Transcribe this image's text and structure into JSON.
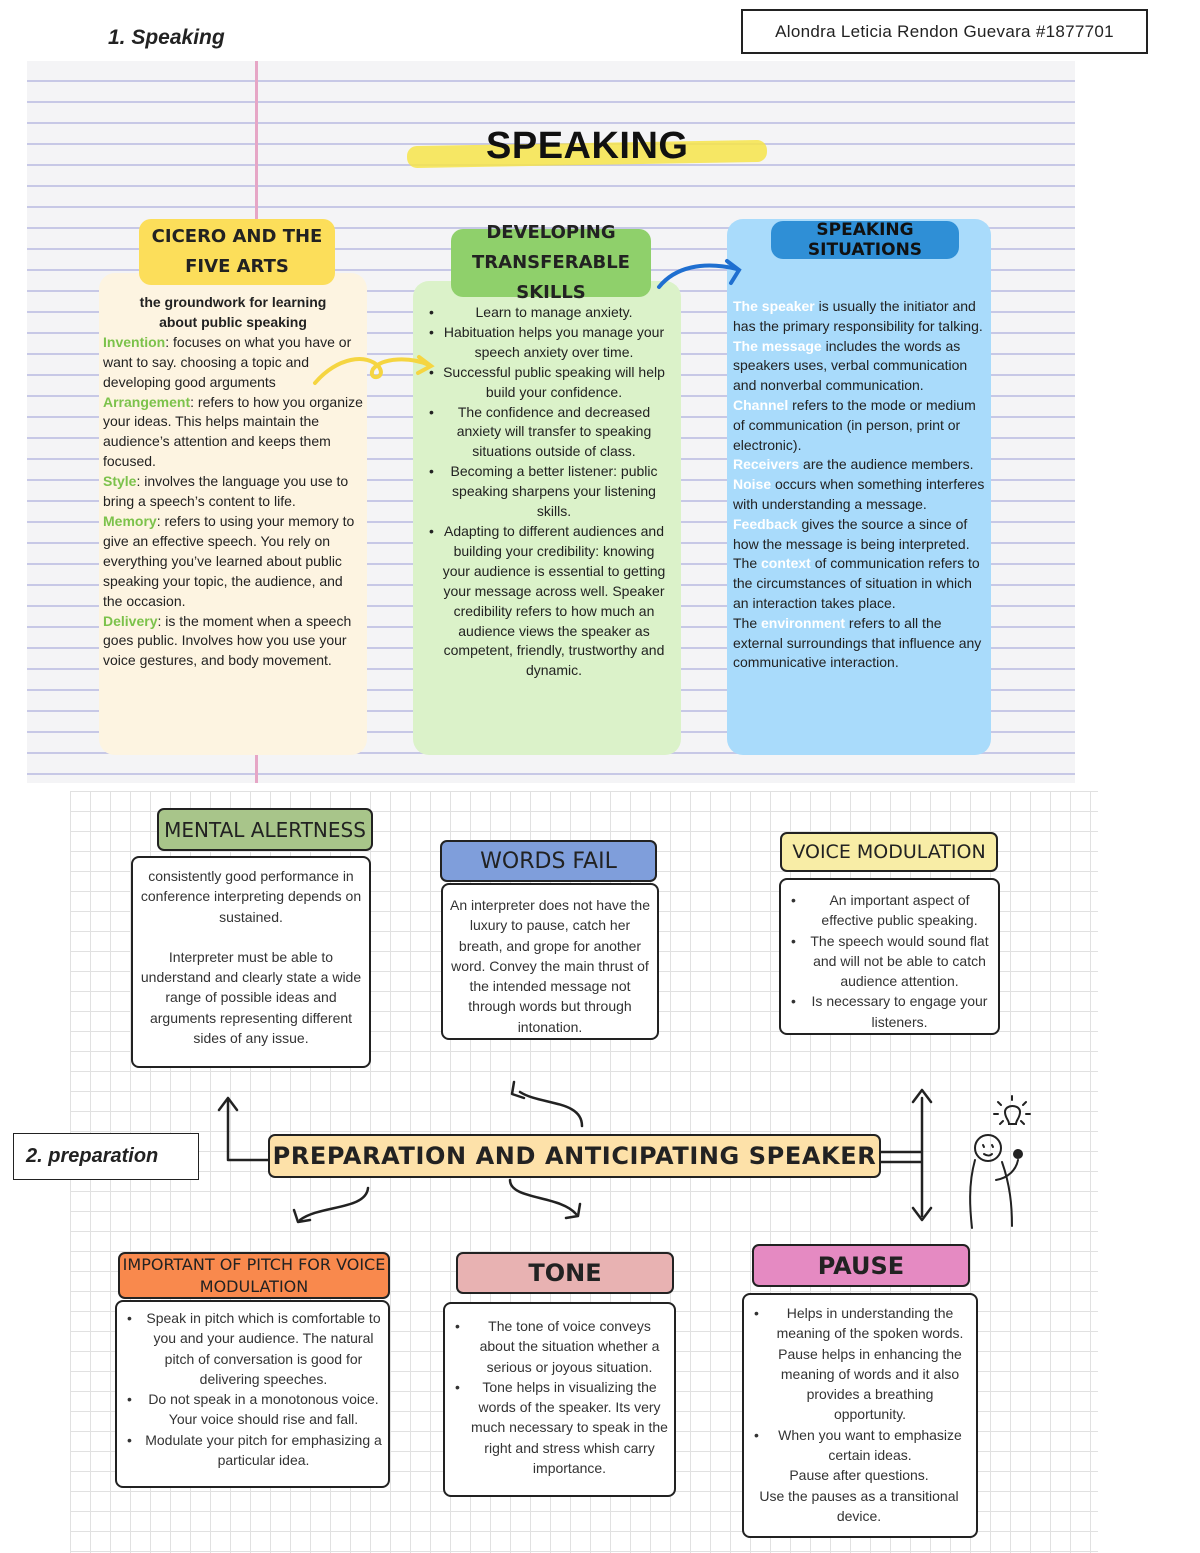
{
  "header": {
    "section1_title": "1.   Speaking",
    "student": "Alondra Leticia Rendon Guevara #1877701"
  },
  "speaking_map": {
    "title": "SPEAKING",
    "cicero": {
      "heading": "CICERO AND THE FIVE ARTS",
      "subtitle": "the groundwork for learning about public speaking",
      "items": [
        {
          "term": "Invention",
          "text": ": focuses on what you have or want to say. choosing a topic and developing good arguments"
        },
        {
          "term": "Arrangement",
          "text": ": refers to how you organize your ideas. This helps maintain the audience’s attention and keeps them focused."
        },
        {
          "term": "Style",
          "text": ": involves the language you use to bring a speech’s content to life."
        },
        {
          "term": "Memory",
          "text": ": refers to using your memory to give an effective speech. You rely on everything you’ve learned about public speaking your topic, the audience, and the occasion."
        },
        {
          "term": "Delivery",
          "text": ": is the moment when a speech goes public. Involves how you use your voice gestures, and body movement."
        }
      ]
    },
    "transferable": {
      "heading": "DEVELOPING TRANSFERABLE SKILLS",
      "items": [
        "Learn to manage anxiety.",
        "Habituation helps you manage your speech anxiety over time.",
        "Successful public speaking will help build your confidence.",
        "The confidence and decreased anxiety will transfer to speaking situations outside of class.",
        "Becoming a better listener: public speaking sharpens your listening skills.",
        "Adapting to different audiences and building your credibility: knowing your audience is essential to getting your message across well. Speaker credibility refers to how much an audience views the speaker as competent, friendly, trustworthy and dynamic."
      ]
    },
    "situations": {
      "heading": "SPEAKING SITUATIONS",
      "items": [
        {
          "pre": "",
          "term": "The speaker",
          "text": " is usually the initiator and has the primary responsibility for talking."
        },
        {
          "pre": "",
          "term": "The message",
          "text": " includes the words as speakers uses, verbal communication and nonverbal communication."
        },
        {
          "pre": "",
          "term": "Channel",
          "text": " refers to the mode or medium of communication (in person, print or electronic)."
        },
        {
          "pre": "",
          "term": "Receivers",
          "text": " are the audience members."
        },
        {
          "pre": "",
          "term": "Noise",
          "text": " occurs when something interferes with understanding a message."
        },
        {
          "pre": "",
          "term": "Feedback",
          "text": " gives the source a since of how the message is being interpreted."
        },
        {
          "pre": "The ",
          "term": "context",
          "text": " of communication refers to the circumstances of situation in which an interaction takes place."
        },
        {
          "pre": "The ",
          "term": "environment",
          "text": " refers to all the external surroundings that influence any communicative interaction."
        }
      ]
    }
  },
  "preparation_map": {
    "section_label": "2. preparation",
    "center": "PREPARATION AND ANTICIPATING SPEAKER",
    "mental_alertness": {
      "label": "MENTAL ALERTNESS",
      "paragraphs": [
        "consistently good performance in conference interpreting depends on sustained.",
        "Interpreter must be able to understand and clearly state a wide range of possible ideas and arguments representing different sides of any issue."
      ]
    },
    "words_fail": {
      "label": "WORDS FAIL",
      "text": "An interpreter does not have the luxury to pause, catch her breath, and grope for another word. Convey the main thrust of the intended message not through words but through intonation."
    },
    "voice_modulation": {
      "label": "VOICE MODULATION",
      "items": [
        "An important aspect of effective public speaking.",
        "The speech would sound flat and will not be able to catch audience attention.",
        "Is necessary to engage your listeners."
      ]
    },
    "pitch": {
      "label": "IMPORTANT OF PITCH FOR VOICE MODULATION",
      "items": [
        "Speak in pitch which is comfortable to you and your audience. The natural pitch of conversation is good for delivering speeches.",
        "Do not speak in a monotonous voice.  Your voice should rise and fall.",
        "Modulate your pitch for emphasizing a particular idea."
      ]
    },
    "tone": {
      "label": "TONE",
      "items": [
        "The tone of voice conveys about the situation whether a serious or joyous situation.",
        "Tone helps in visualizing the words of the speaker. Its very much necessary to speak in the right and stress whish carry importance."
      ]
    },
    "pause": {
      "label": "PAUSE",
      "items": [
        "Helps in understanding the meaning of the spoken words. Pause helps in enhancing the meaning of words and it also provides a breathing opportunity.",
        "When you want to emphasize certain ideas."
      ],
      "extra": [
        "Pause after questions.",
        "Use the pauses as a transitional device."
      ]
    }
  },
  "colors": {
    "yellow": "#fcde5a",
    "green": "#8fd06b",
    "blue": "#2f8fd6",
    "mental_green": "#a8c58a",
    "words_blue": "#7f9edb",
    "voice_yellow": "#f8eda6",
    "pitch_orange": "#f9894d",
    "tone_pink": "#e8b2b2",
    "pause_pink": "#e58ac2",
    "center_orange": "#fde1a9"
  }
}
